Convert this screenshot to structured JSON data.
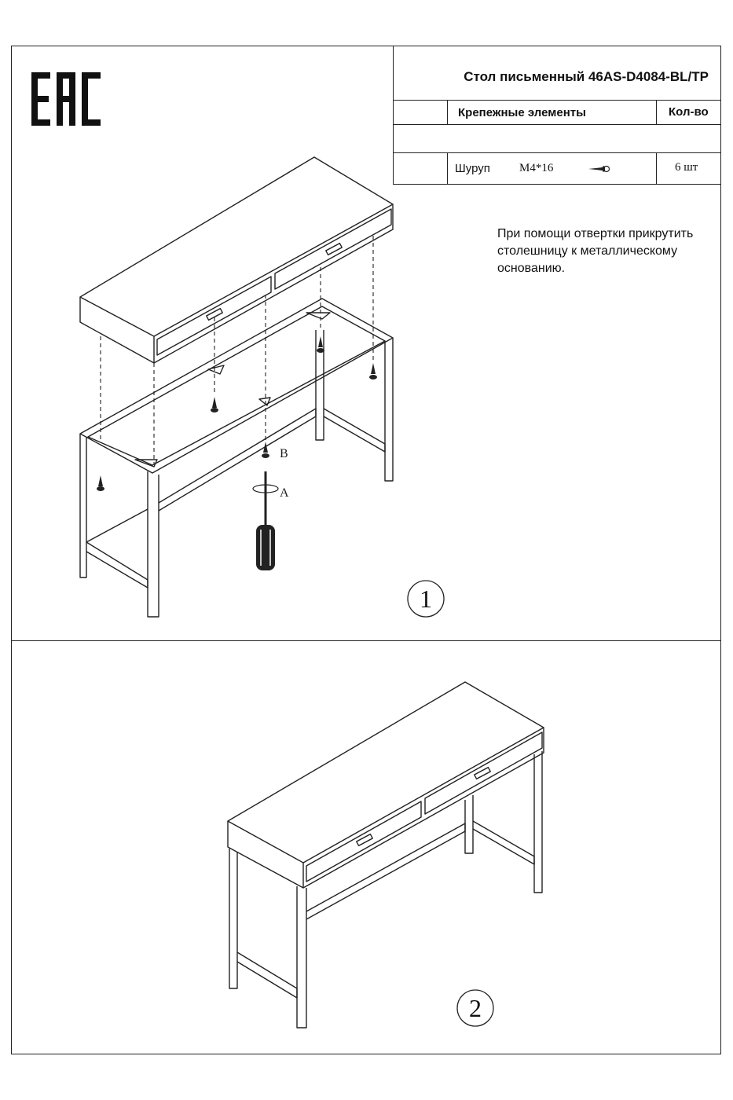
{
  "header": {
    "mark": "EAC",
    "product_title": "Стол письменный 46AS-D4084-BL/TP"
  },
  "parts_table": {
    "col_parts": "Крепежные элементы",
    "col_qty": "Кол-во",
    "items": [
      {
        "name": "Шуруп",
        "size": "M4*16",
        "qty": "6 шт"
      }
    ]
  },
  "instructions": "При помощи отвертки прикрутить столешницу к металлическому основанию.",
  "labels": {
    "screw": "B",
    "rotation": "A"
  },
  "steps": [
    "1",
    "2"
  ]
}
